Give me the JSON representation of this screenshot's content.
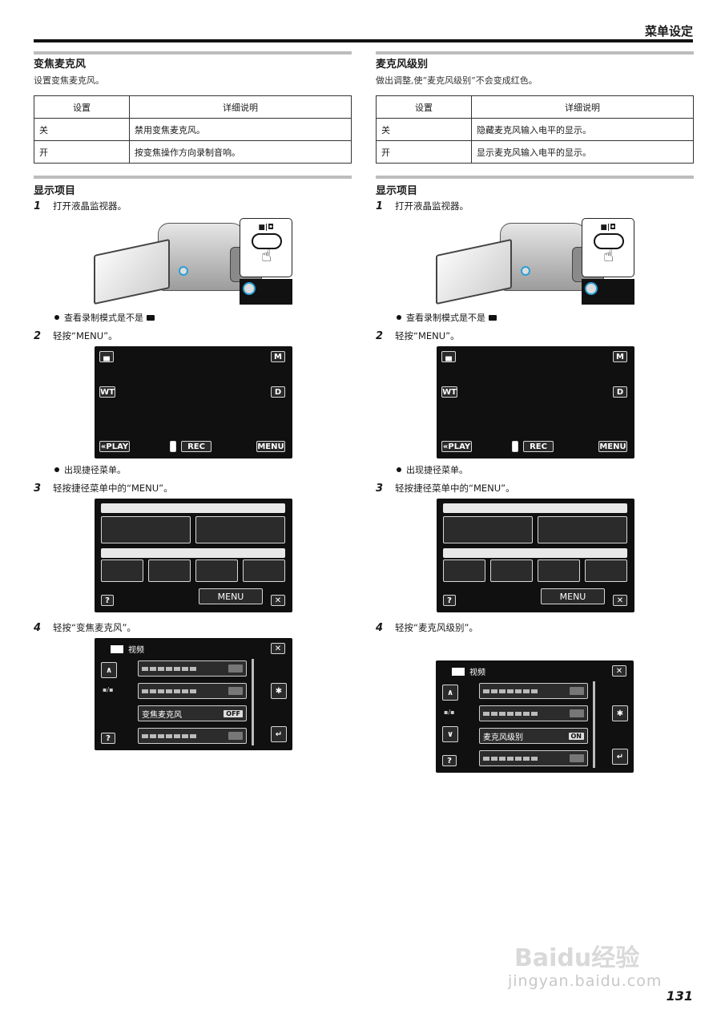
{
  "header": {
    "title": "菜单设定"
  },
  "left": {
    "title": "变焦麦克风",
    "description": "设置变焦麦克风。",
    "table": {
      "headers": [
        "设置",
        "详细说明"
      ],
      "rows": [
        [
          "关",
          "禁用变焦麦克风。"
        ],
        [
          "开",
          "按变焦操作方向录制音响。"
        ]
      ]
    },
    "display_title": "显示项目",
    "steps": [
      {
        "num": "1",
        "text": "打开液晶监视器。"
      },
      {
        "num": "2",
        "text": "轻按“MENU”。"
      },
      {
        "num": "3",
        "text": "轻按捷径菜单中的“MENU”。"
      },
      {
        "num": "4",
        "text": "轻按“变焦麦克风”。"
      }
    ],
    "bullets": [
      "查看录制模式是不是",
      "出现捷径菜单。"
    ],
    "menu_item": "变焦麦克风",
    "menu_state": "OFF"
  },
  "right": {
    "title": "麦克风级别",
    "description": "做出调整,使“麦克风级别”不会变成红色。",
    "table": {
      "headers": [
        "设置",
        "详细说明"
      ],
      "rows": [
        [
          "关",
          "隐藏麦克风输入电平的显示。"
        ],
        [
          "开",
          "显示麦克风输入电平的显示。"
        ]
      ]
    },
    "display_title": "显示项目",
    "steps": [
      {
        "num": "1",
        "text": "打开液晶监视器。"
      },
      {
        "num": "2",
        "text": "轻按“MENU”。"
      },
      {
        "num": "3",
        "text": "轻按捷径菜单中的“MENU”。"
      },
      {
        "num": "4",
        "text": "轻按“麦克风级别”。"
      }
    ],
    "bullets": [
      "查看录制模式是不是",
      "出现捷径菜单。"
    ],
    "menu_item": "麦克风级别",
    "menu_state": "ON"
  },
  "screen": {
    "m_label": "M",
    "d_label": "D",
    "wt_label": "WT",
    "play_label": "«PLAY",
    "rec_label": "REC",
    "menu_label": "MENU",
    "help_label": "?",
    "close_label": "✕",
    "menu_title": "视频",
    "callout_label": "■|◘"
  },
  "page_number": "131",
  "watermark": {
    "logo": "Baidu经验",
    "url": "jingyan.baidu.com"
  }
}
